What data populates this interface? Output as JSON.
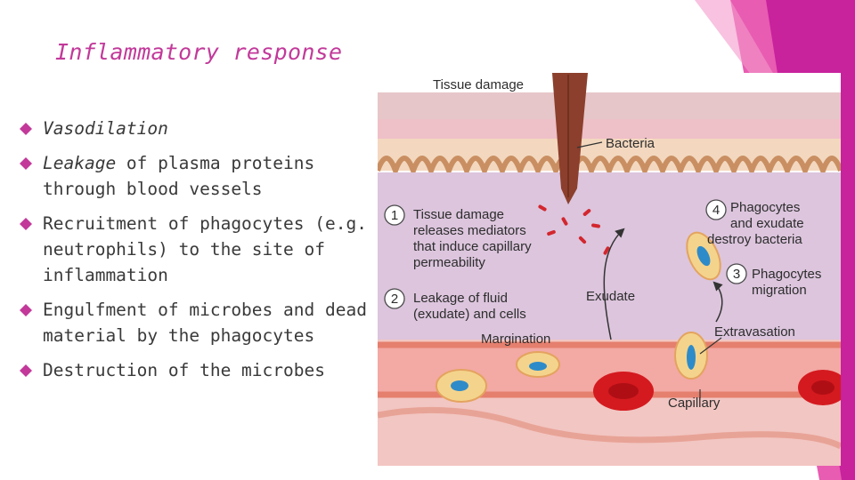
{
  "slide": {
    "title": "Inflammatory response",
    "colors": {
      "title": "#c2399a",
      "bullet": "#c2399a",
      "accent_pink": "#e64aa8"
    },
    "bullets": [
      {
        "lead": "Vasodilation",
        "rest": ""
      },
      {
        "lead": "Leakage",
        "rest": " of plasma proteins through blood vessels"
      },
      {
        "lead": "",
        "rest": "Recruitment of phagocytes (e.g. neutrophils) to the site of inflammation"
      },
      {
        "lead": "",
        "rest": "Engulfment of microbes and dead material by the phagocytes"
      },
      {
        "lead": "",
        "rest": "Destruction of the microbes"
      }
    ],
    "bullet_icon": "diamond-icon"
  },
  "figure": {
    "labels": {
      "tissue_damage": "Tissue damage",
      "bacteria": "Bacteria",
      "step1_line1": "Tissue damage",
      "step1_line2": "releases mediators",
      "step1_line3": "that induce capillary",
      "step1_line4": "permeability",
      "step2_line1": "Leakage of fluid",
      "step2_line2": "(exudate) and cells",
      "step3_line1": "Phagocytes",
      "step3_line2": "migration",
      "step4_line1": "Phagocytes",
      "step4_line2": "and exudate",
      "step4_line3": "destroy bacteria",
      "exudate": "Exudate",
      "margination": "Margination",
      "extravasation": "Extravasation",
      "capillary": "Capillary"
    },
    "steps": [
      "1",
      "2",
      "3",
      "4"
    ]
  }
}
